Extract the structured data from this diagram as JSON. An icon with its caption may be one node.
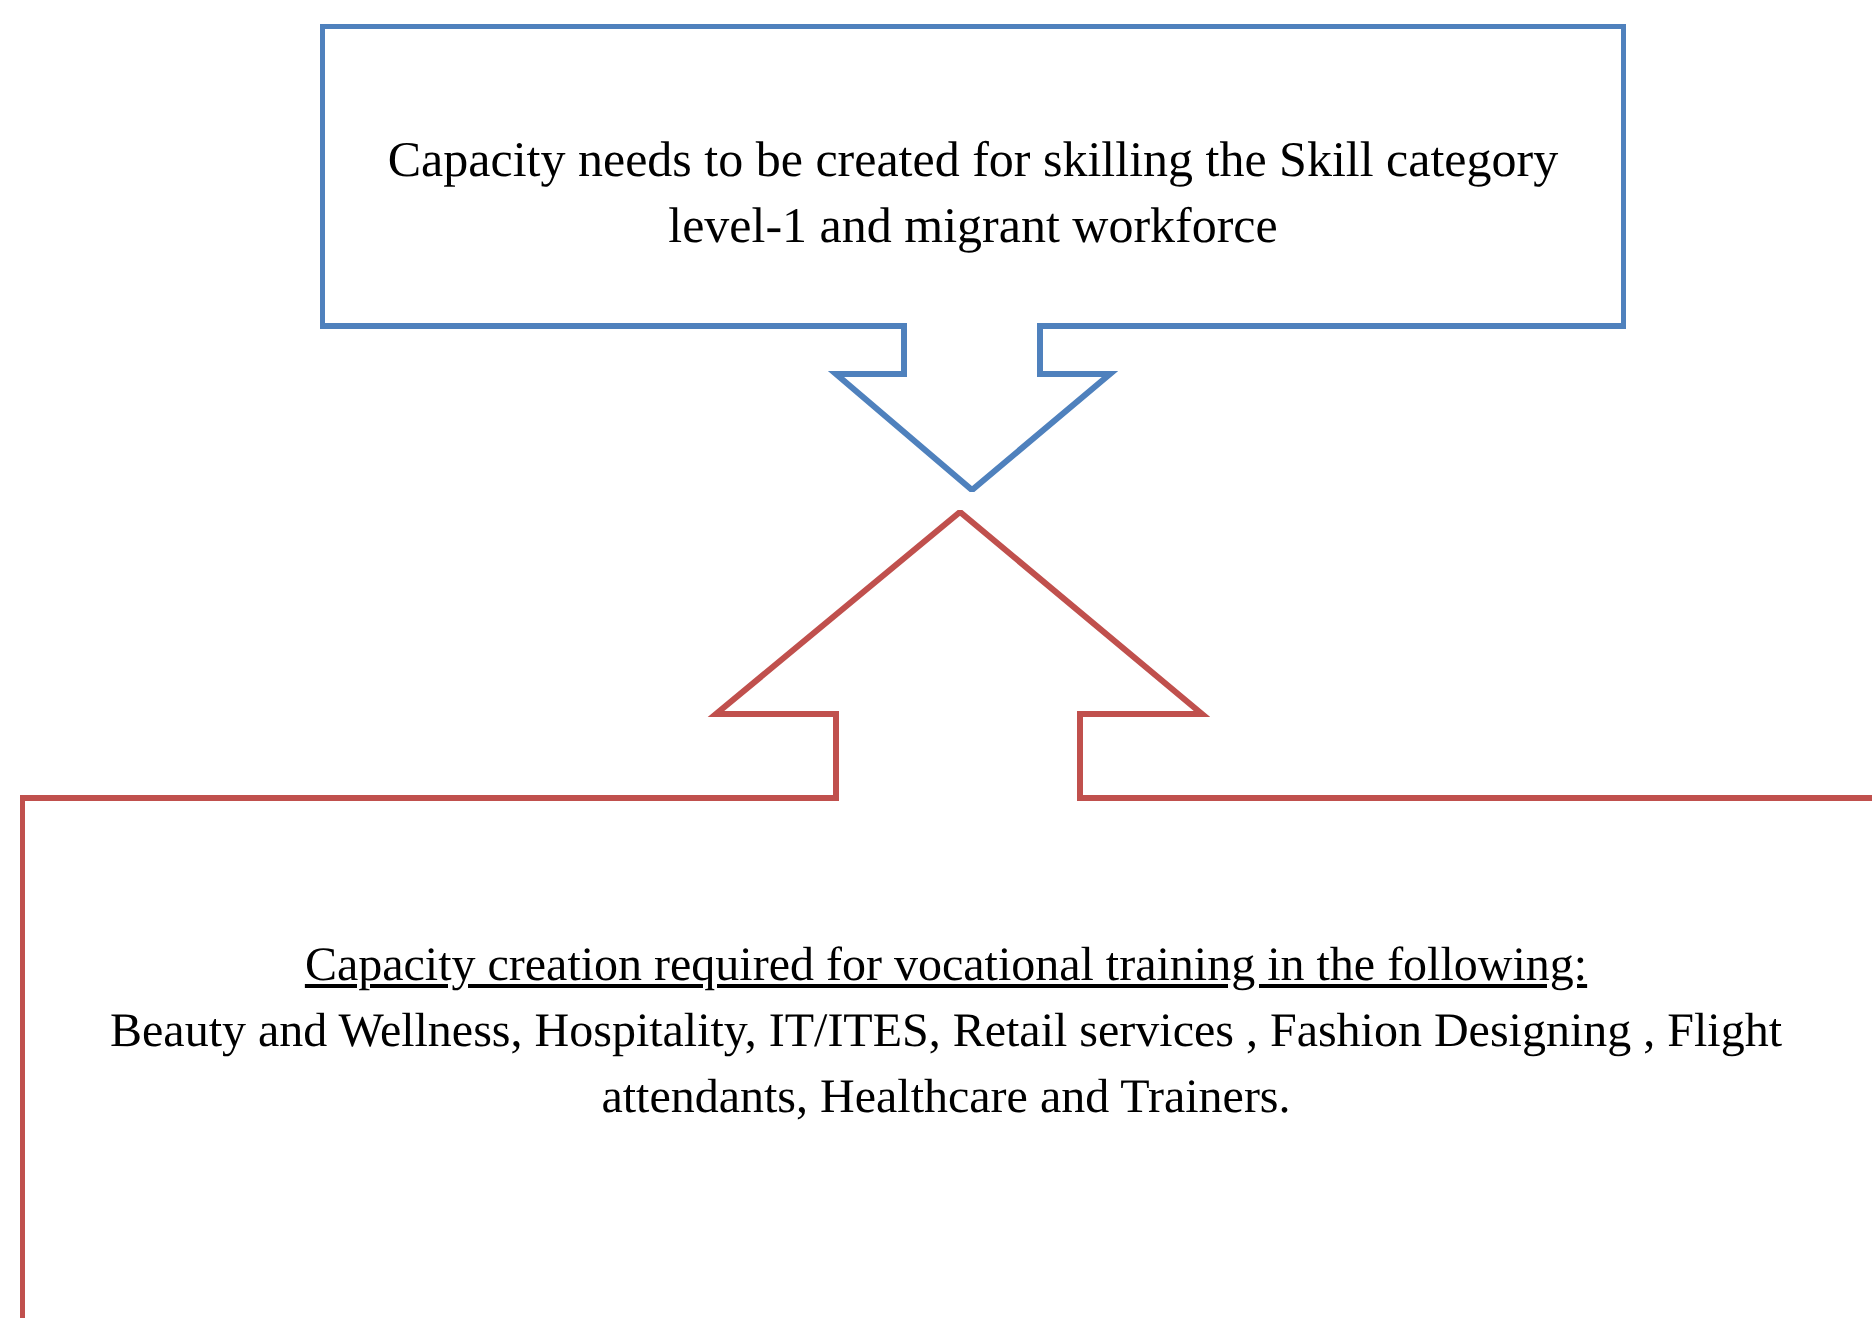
{
  "diagram": {
    "nodes": [
      {
        "text": [
          "Capacity needs to be created for skilling the Skill category level-1 and migrant workforce"
        ]
      },
      {
        "text": [
          "Capacity creation required for vocational training in the following:",
          "Beauty and Wellness, Hospitality, IT/ITES, Retail services , Fashion Designing , Flight attendants, Healthcare and Trainers."
        ]
      }
    ]
  }
}
